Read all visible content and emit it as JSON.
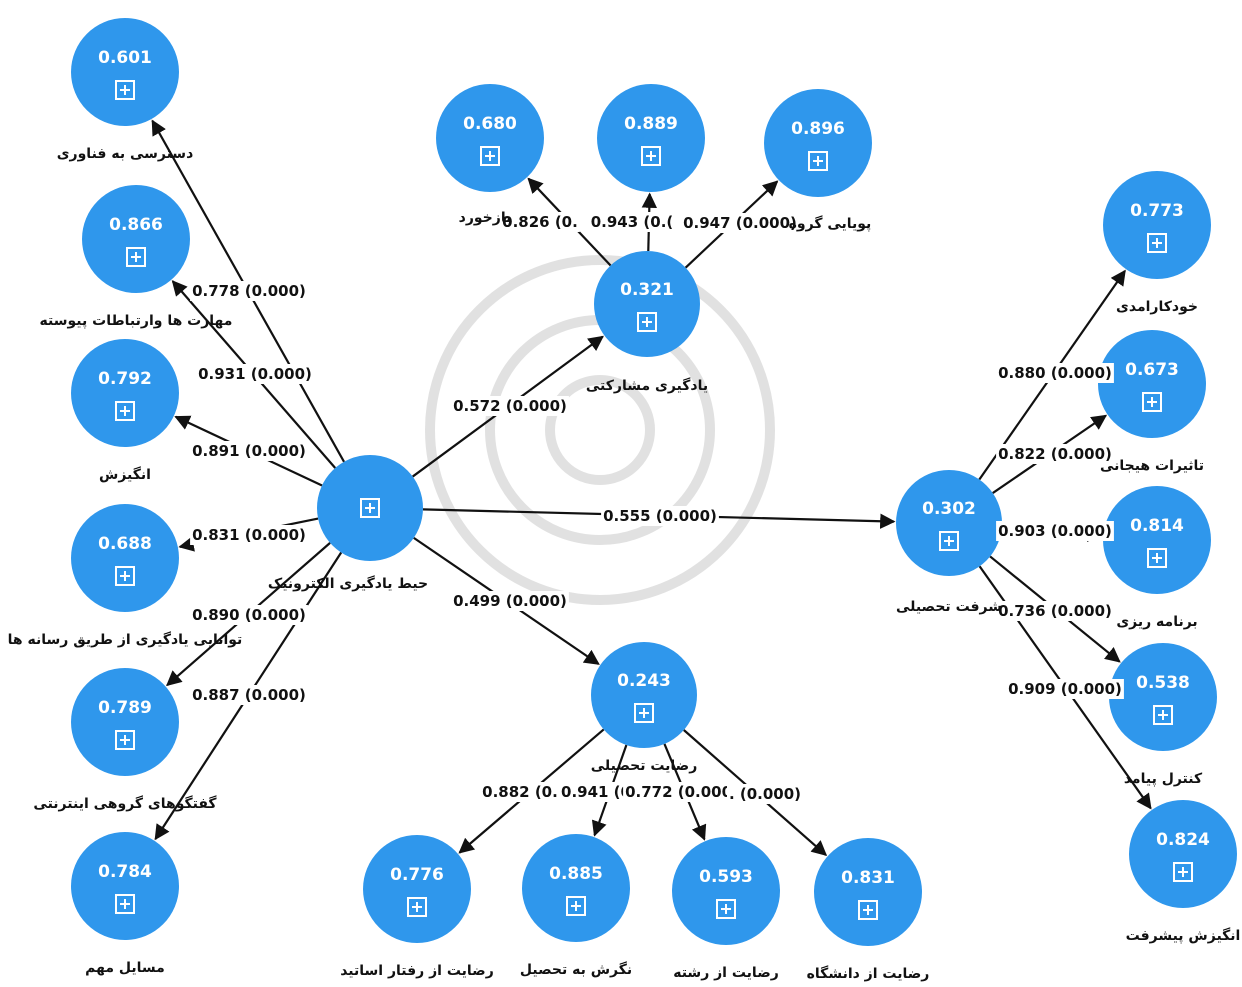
{
  "colors": {
    "node": "#2f97ec",
    "edge": "#111111",
    "text": "#111111"
  },
  "icons": {
    "expand": "plus-square-icon",
    "arrow": "arrowhead-icon"
  },
  "nodes": [
    {
      "id": "e_learning",
      "label": "حیط یادگیری الکترونیک",
      "value": ""
    },
    {
      "id": "learn_part",
      "label": "یادگیری مشارکتی",
      "value": "0.321"
    },
    {
      "id": "progress",
      "label": "شرفت تحصیلی",
      "value": "0.302"
    },
    {
      "id": "satisfaction",
      "label": "رضایت تحصیلی",
      "value": "0.243"
    },
    {
      "id": "access_tech",
      "label": "دسترسی به فناوری",
      "value": "0.601"
    },
    {
      "id": "skills",
      "label": "مهارت ها وارتباطات پیوسته",
      "value": "0.866"
    },
    {
      "id": "motivation",
      "label": "انگیزش",
      "value": "0.792"
    },
    {
      "id": "media_ability",
      "label": "توانایی یادگیری از طریق رسانه ها",
      "value": "0.688"
    },
    {
      "id": "online_group",
      "label": "گفتگوهای گروهی اینترنتی",
      "value": "0.789"
    },
    {
      "id": "issues",
      "label": "مسایل مهم",
      "value": "0.784"
    },
    {
      "id": "feedback",
      "label": "بازخورد",
      "value": "0.680"
    },
    {
      "id": "lp_mid",
      "label": "",
      "value": "0.889"
    },
    {
      "id": "group_dyn",
      "label": "پویایی گروه",
      "value": "0.896"
    },
    {
      "id": "self_eff",
      "label": "خودکارامدی",
      "value": "0.773"
    },
    {
      "id": "emotional",
      "label": "تاثیرات هیجانی",
      "value": "0.673"
    },
    {
      "id": "planning",
      "label": "برنامه ریزی",
      "value": "0.814"
    },
    {
      "id": "control",
      "label": "کنترل پیامد",
      "value": "0.538"
    },
    {
      "id": "ach_motive",
      "label": "انگیزش پیشرفت",
      "value": "0.824"
    },
    {
      "id": "teachers",
      "label": "رضایت از رفتار اساتید",
      "value": "0.776"
    },
    {
      "id": "attitude",
      "label": "نگرش به تحصیل",
      "value": "0.885"
    },
    {
      "id": "field",
      "label": "رضایت از رشته",
      "value": "0.593"
    },
    {
      "id": "university",
      "label": "رضایت از دانشگاه",
      "value": "0.831"
    }
  ],
  "edges": [
    {
      "from": "e_learning",
      "to": "access_tech",
      "label": "0.778 (0.000)"
    },
    {
      "from": "e_learning",
      "to": "skills",
      "label": "0.931 (0.000)"
    },
    {
      "from": "e_learning",
      "to": "motivation",
      "label": "0.891 (0.000)"
    },
    {
      "from": "e_learning",
      "to": "media_ability",
      "label": "0.831 (0.000)"
    },
    {
      "from": "e_learning",
      "to": "online_group",
      "label": "0.890 (0.000)"
    },
    {
      "from": "e_learning",
      "to": "issues",
      "label": "0.887 (0.000)"
    },
    {
      "from": "e_learning",
      "to": "learn_part",
      "label": "0.572 (0.000)"
    },
    {
      "from": "e_learning",
      "to": "progress",
      "label": "0.555 (0.000)"
    },
    {
      "from": "e_learning",
      "to": "satisfaction",
      "label": "0.499 (0.000)"
    },
    {
      "from": "learn_part",
      "to": "feedback",
      "label": "0.826 (0."
    },
    {
      "from": "learn_part",
      "to": "lp_mid",
      "label": "0.943 (0.("
    },
    {
      "from": "learn_part",
      "to": "group_dyn",
      "label": "0.947 (0.000)"
    },
    {
      "from": "progress",
      "to": "self_eff",
      "label": "0.880 (0.000)"
    },
    {
      "from": "progress",
      "to": "emotional",
      "label": "0.822 (0.000)"
    },
    {
      "from": "progress",
      "to": "planning",
      "label": "0.903 (0.000)"
    },
    {
      "from": "progress",
      "to": "control",
      "label": "0.736 (0.000)"
    },
    {
      "from": "progress",
      "to": "ach_motive",
      "label": "0.909 (0.000)"
    },
    {
      "from": "satisfaction",
      "to": "teachers",
      "label": "0.882 (0."
    },
    {
      "from": "satisfaction",
      "to": "attitude",
      "label": "0.941 (0"
    },
    {
      "from": "satisfaction",
      "to": "field",
      "label": "0.772 (0.000)"
    },
    {
      "from": "satisfaction",
      "to": "university",
      "label": ". (0.000)"
    }
  ]
}
